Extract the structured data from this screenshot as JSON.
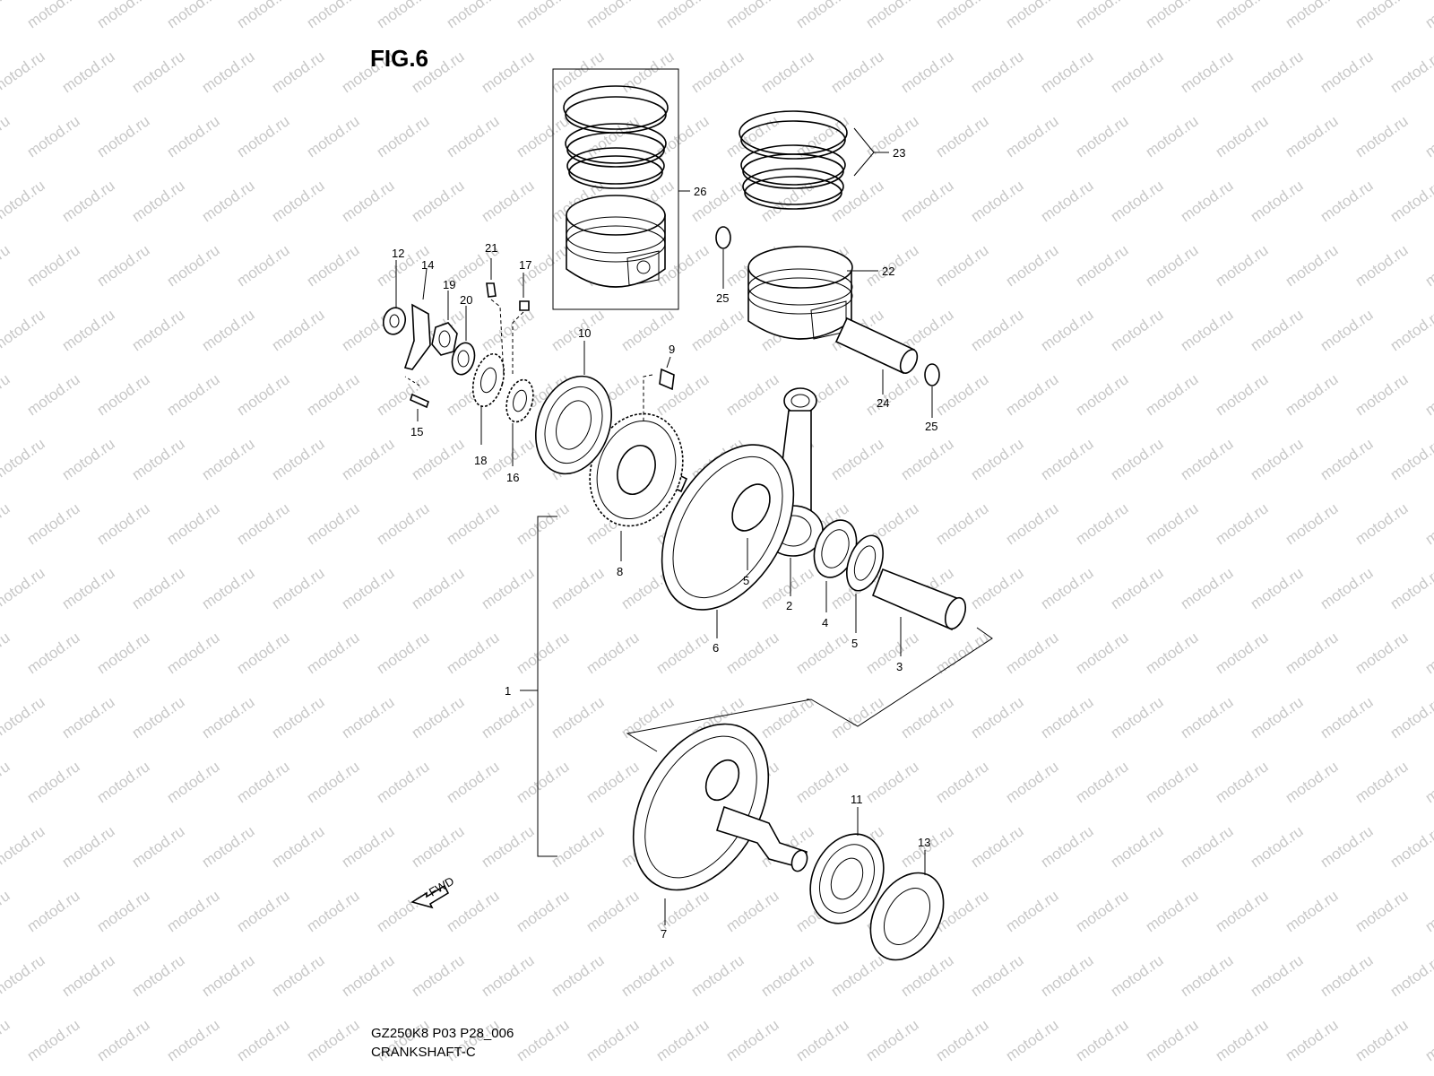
{
  "figure": {
    "title": "FIG.6"
  },
  "footer": {
    "code": "GZ250K8 P03 P28_006",
    "name": "CRANKSHAFT-C"
  },
  "watermark": {
    "text": "motod.ru",
    "color": "#c8c8c8"
  },
  "fwd_label": "FWD",
  "callouts": {
    "c1": "1",
    "c2": "2",
    "c3": "3",
    "c4": "4",
    "c5a": "5",
    "c5b": "5",
    "c6": "6",
    "c7": "7",
    "c8": "8",
    "c9": "9",
    "c10": "10",
    "c11": "11",
    "c12": "12",
    "c13": "13",
    "c14": "14",
    "c15": "15",
    "c16": "16",
    "c17": "17",
    "c18": "18",
    "c19": "19",
    "c20": "20",
    "c21": "21",
    "c22": "22",
    "c23": "23",
    "c24": "24",
    "c25a": "25",
    "c25b": "25",
    "c26": "26"
  }
}
